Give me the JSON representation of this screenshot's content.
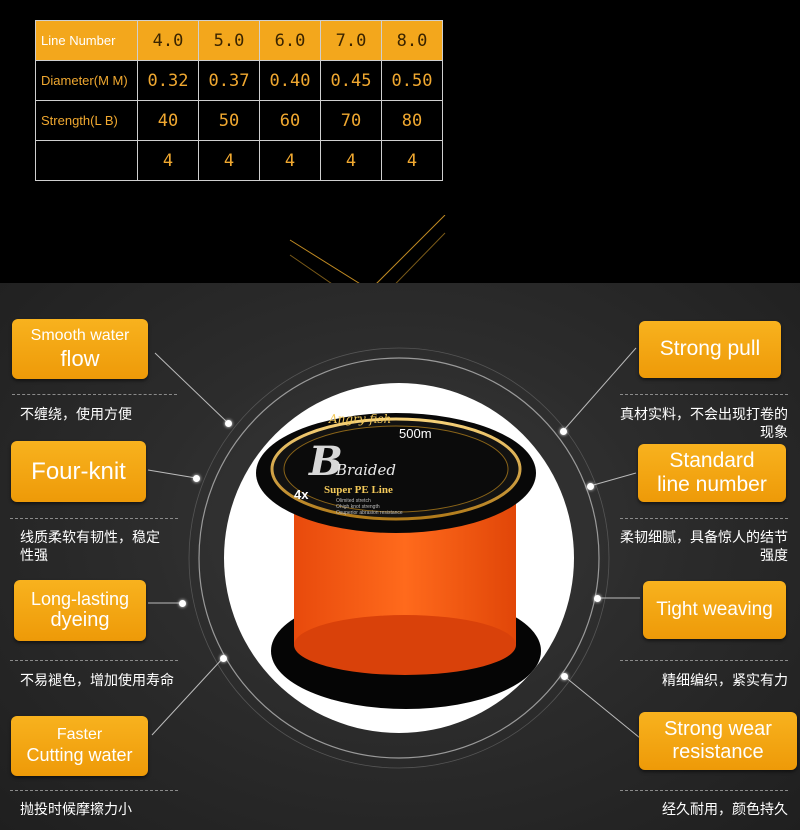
{
  "spec_table": {
    "rows": [
      {
        "label": "Line Number",
        "values": [
          "4.0",
          "5.0",
          "6.0",
          "7.0",
          "8.0"
        ]
      },
      {
        "label": "Diameter(M M)",
        "values": [
          "0.32",
          "0.37",
          "0.40",
          "0.45",
          "0.50"
        ]
      },
      {
        "label": "Strength(L B)",
        "values": [
          "40",
          "50",
          "60",
          "70",
          "80"
        ]
      },
      {
        "label": "",
        "values": [
          "4",
          "4",
          "4",
          "4",
          "4"
        ]
      }
    ]
  },
  "features": {
    "smooth": {
      "title1": "Smooth water",
      "title2": "flow",
      "desc": "不缠绕，使用方便"
    },
    "fourknit": {
      "title": "Four-knit",
      "desc1": "线质柔软有韧性，稳定",
      "desc2": "性强"
    },
    "dyeing": {
      "title1": "Long-lasting",
      "title2": "dyeing",
      "desc": "不易褪色，增加使用寿命"
    },
    "cutting": {
      "title1": "Faster",
      "title2": "Cutting water",
      "desc": "抛投时候摩擦力小"
    },
    "strong": {
      "title": "Strong pull",
      "desc1": "真材实料，不会出现打卷的",
      "desc2": "现象"
    },
    "standard": {
      "title1": "Standard",
      "title2": "line number",
      "desc1": "柔韧细腻，具备惊人的结节",
      "desc2": "强度"
    },
    "tight": {
      "title": "Tight weaving",
      "desc": "精细编织，紧实有力"
    },
    "wear": {
      "title1": "Strong wear",
      "title2": "resistance",
      "desc": "经久耐用，颜色持久"
    }
  },
  "spool": {
    "brand": "Angry fish",
    "length": "500m",
    "logo_text": "Braided",
    "strand": "4x",
    "product": "Super PE Line",
    "bullets": [
      "Olimited stretch",
      "Ohigh knot strength",
      "Osuperior abrasion resistance"
    ]
  },
  "colors": {
    "accent": "#f3a71c",
    "line": "#ff5a14"
  }
}
